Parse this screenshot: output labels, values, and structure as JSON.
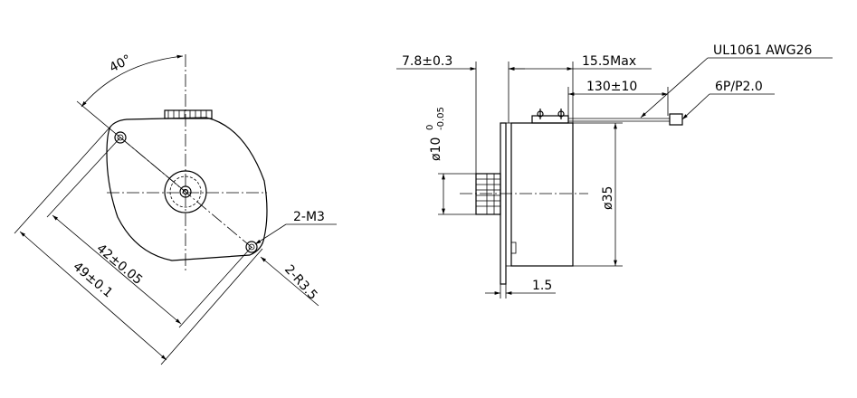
{
  "front_view": {
    "angle_label": "40°",
    "mount_pitch_label": "42±0.05",
    "flange_width_label": "49±0.1",
    "thread_label": "2-M3",
    "corner_radius_label": "2-R3.5"
  },
  "side_view": {
    "boss_length_label": "7.8±0.3",
    "body_length_label": "15.5Max",
    "lead_length_label": "130±10",
    "wire_label": "UL1061  AWG26",
    "connector_label": "6P/P2.0",
    "boss_diameter_prefix": "ø10",
    "boss_tol_upper": "0",
    "boss_tol_lower": "-0.05",
    "body_diameter_label": "ø35",
    "flange_thickness_label": "1.5"
  }
}
